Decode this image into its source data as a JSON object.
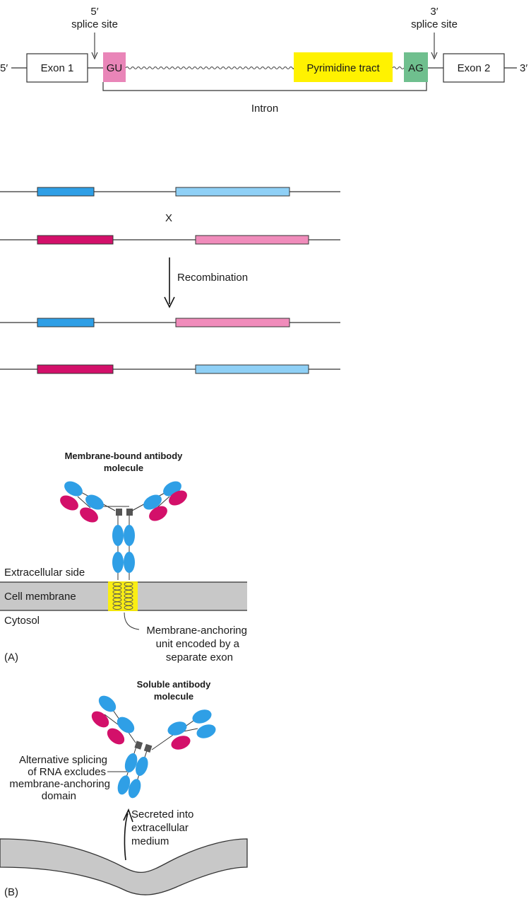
{
  "splicing": {
    "five_prime_left": "5′",
    "five_prime_site_line1": "5′",
    "five_prime_site_line2": "splice site",
    "three_prime_site_line1": "3′",
    "three_prime_site_line2": "splice site",
    "exon1": "Exon 1",
    "gu": "GU",
    "pyrimidine": "Pyrimidine tract",
    "ag": "AG",
    "exon2": "Exon 2",
    "three_prime_right": "3′",
    "intron": "Intron"
  },
  "recombination": {
    "cross_mark": "X",
    "label": "Recombination"
  },
  "panel_a": {
    "title_line1": "Membrane-bound antibody",
    "title_line2": "molecule",
    "extracellular": "Extracellular side",
    "membrane": "Cell membrane",
    "cytosol": "Cytosol",
    "anchor_line1": "Membrane-anchoring",
    "anchor_line2": "unit encoded by a",
    "anchor_line3": "separate exon",
    "tag": "(A)"
  },
  "panel_b": {
    "title_line1": "Soluble antibody",
    "title_line2": "molecule",
    "alt_line1": "Alternative splicing",
    "alt_line2": "of RNA excludes",
    "alt_line3": "membrane-anchoring",
    "alt_line4": "domain",
    "secreted_line1": "Secreted into",
    "secreted_line2": "extracellular",
    "secreted_line3": "medium",
    "tag": "(B)"
  },
  "colors": {
    "pink_box": "#e985b8",
    "yellow": "#fff200",
    "green": "#6fbf8e",
    "blue": "#2f9fe6",
    "light_blue": "#8fd0f6",
    "magenta": "#d3106a",
    "light_pink": "#f08cbb",
    "membrane_gray": "#c8c8c8"
  }
}
